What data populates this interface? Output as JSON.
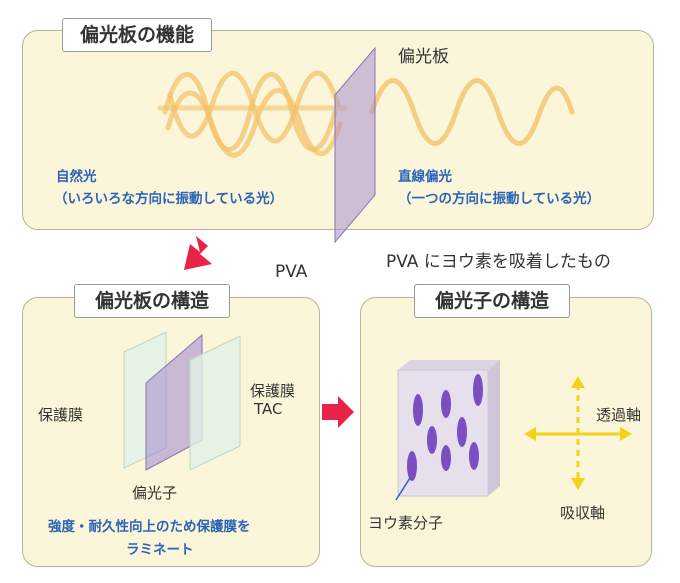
{
  "top": {
    "title": "偏光板の機能",
    "polarizer_label": "偏光板",
    "natural_light": "自然光",
    "natural_light_note": "（いろいろな方向に振動している光）",
    "linear_light": "直線偏光",
    "linear_light_note": "（一つの方向に振動している光）"
  },
  "middle": {
    "pva_label": "PVA",
    "pva_caption": "PVA にヨウ素を吸着したもの"
  },
  "left": {
    "title": "偏光板の構造",
    "protect_film_left": "保護膜",
    "protect_film_right_line1": "保護膜",
    "protect_film_right_line2": "TAC",
    "polarizer_element": "偏光子",
    "note_line1": "強度・耐久性向上のため保護膜を",
    "note_line2": "ラミネート"
  },
  "right": {
    "title": "偏光子の構造",
    "transmission_axis": "透過軸",
    "absorption_axis": "吸収軸",
    "iodine_molecule": "ヨウ素分子"
  },
  "colors": {
    "panel_bg": "#fbf6d9",
    "wave": "#f3c36a",
    "polarizer_purple": "#a98fcf",
    "molecule": "#7b4fc2",
    "arrow_red": "#e8234a",
    "axis_yellow": "#f2d21b",
    "blue_text": "#2a63b8"
  }
}
